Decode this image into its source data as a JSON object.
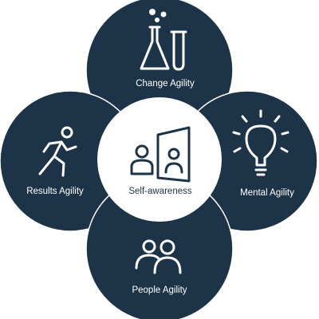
{
  "colors": {
    "circle_fill": "#1d3448",
    "outline": "#ffffff",
    "center_fill": "#ffffff",
    "center_text": "#1d3448",
    "icon_on_dark": "#ffffff"
  },
  "center": {
    "label": "Self-awareness",
    "icon": "person-mirror-icon"
  },
  "nodes": {
    "change": {
      "label": "Change Agility",
      "icon": "lab-flask-icon"
    },
    "mental": {
      "label": "Mental Agility",
      "icon": "lightbulb-icon"
    },
    "people": {
      "label": "People Agility",
      "icon": "people-icon"
    },
    "results": {
      "label": "Results Agility",
      "icon": "running-person-icon"
    }
  }
}
